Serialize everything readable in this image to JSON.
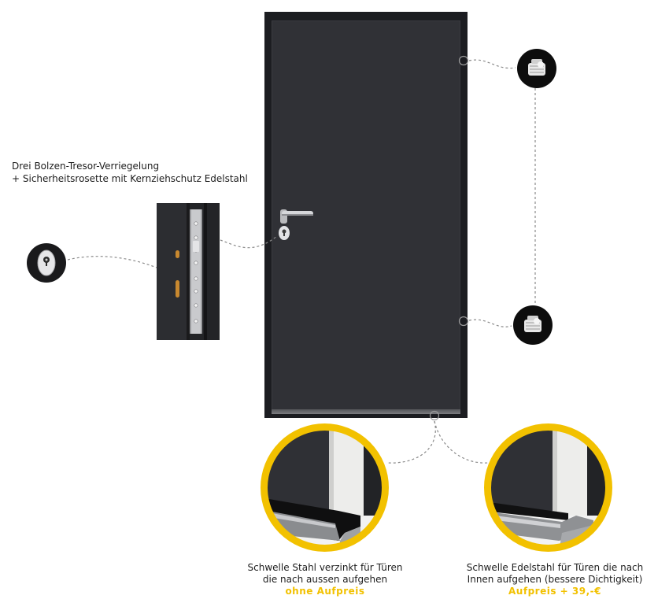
{
  "lock": {
    "caption_line1": "Drei Bolzen-Tresor-Verriegelung",
    "caption_line2": "+ Sicherheitsrosette mit Kernziehschutz Edelstahl"
  },
  "threshold_galvanized": {
    "line1": "Schwelle Stahl verzinkt für Türen",
    "line2": "die nach aussen aufgehen",
    "price": "ohne Aufpreis"
  },
  "threshold_stainless": {
    "line1": "Schwelle Edelstahl für Türen die nach",
    "line2": "Innen aufgehen (bessere Dichtigkeit)",
    "price": "Aufpreis + 39,-€"
  },
  "colors": {
    "door": "#303136",
    "frame": "#1c1d21",
    "accent_yellow": "#f2c100",
    "callout_line": "#8a8a8a"
  },
  "icons": {
    "hinge_detail": "hinge-bolt-icon",
    "rosette_detail": "security-rosette-icon",
    "lock_strip": "multipoint-lock-icon"
  }
}
